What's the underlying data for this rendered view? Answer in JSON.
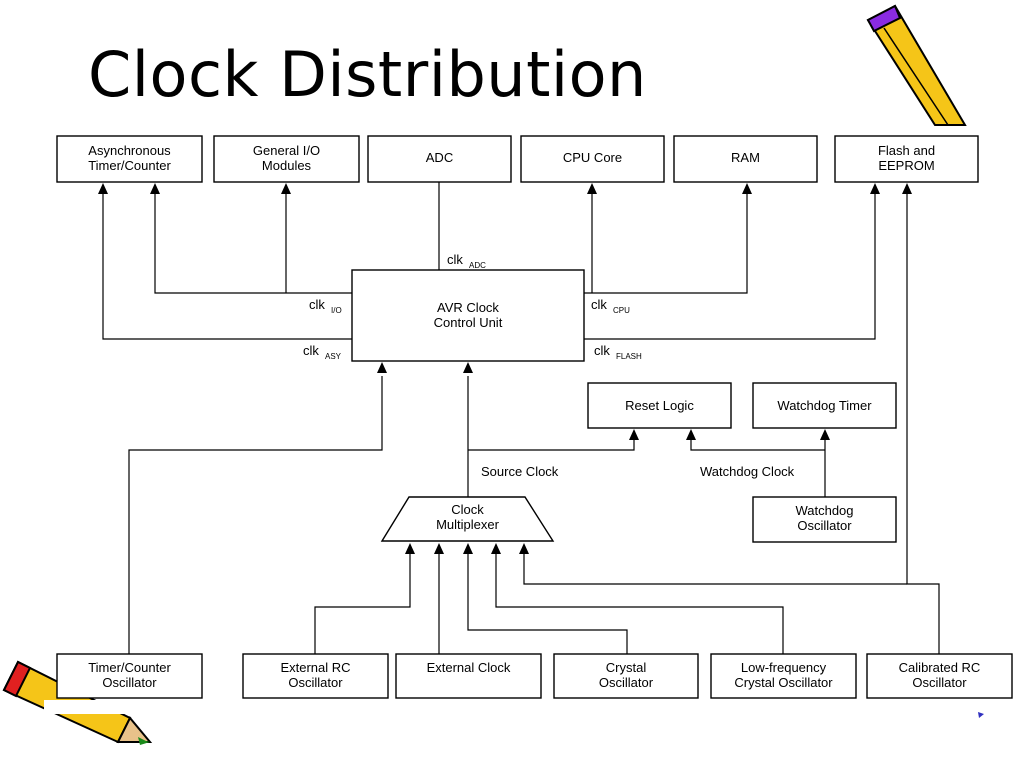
{
  "title": "Clock Distribution",
  "modules": {
    "async_timer": [
      "Asynchronous",
      "Timer/Counter"
    ],
    "general_io": [
      "General I/O",
      "Modules"
    ],
    "adc": [
      "ADC"
    ],
    "cpu_core": [
      "CPU Core"
    ],
    "ram": [
      "RAM"
    ],
    "flash_eeprom": [
      "Flash and",
      "EEPROM"
    ]
  },
  "control_unit": [
    "AVR Clock",
    "Control Unit"
  ],
  "reset_logic": [
    "Reset  Logic"
  ],
  "watchdog_timer": [
    "Watchdog  Timer"
  ],
  "watchdog_oscillator": [
    "Watchdog",
    "Oscillator"
  ],
  "clock_multiplexer": [
    "Clock",
    "Multiplexer"
  ],
  "oscillators": {
    "timer_counter": [
      "Timer/Counter",
      "Oscillator"
    ],
    "external_rc": [
      "External RC",
      "Oscillator"
    ],
    "external_clock": [
      "External Clock"
    ],
    "crystal": [
      "Crystal",
      "Oscillator"
    ],
    "low_frequency": [
      "Low-frequency",
      "Crystal Oscillator"
    ],
    "calibrated_rc": [
      "Calibrated RC",
      "Oscillator"
    ]
  },
  "clock_signals": {
    "adc": {
      "base": "clk",
      "sub": "ADC"
    },
    "io": {
      "base": "clk",
      "sub": "I/O"
    },
    "asy": {
      "base": "clk",
      "sub": "ASY"
    },
    "cpu": {
      "base": "clk",
      "sub": "CPU"
    },
    "flash": {
      "base": "clk",
      "sub": "FLASH"
    }
  },
  "wire_labels": {
    "source_clock": "Source Clock",
    "watchdog_clock": "Watchdog Clock"
  },
  "decorations": {
    "pencil_icon": "pencil-icon"
  }
}
